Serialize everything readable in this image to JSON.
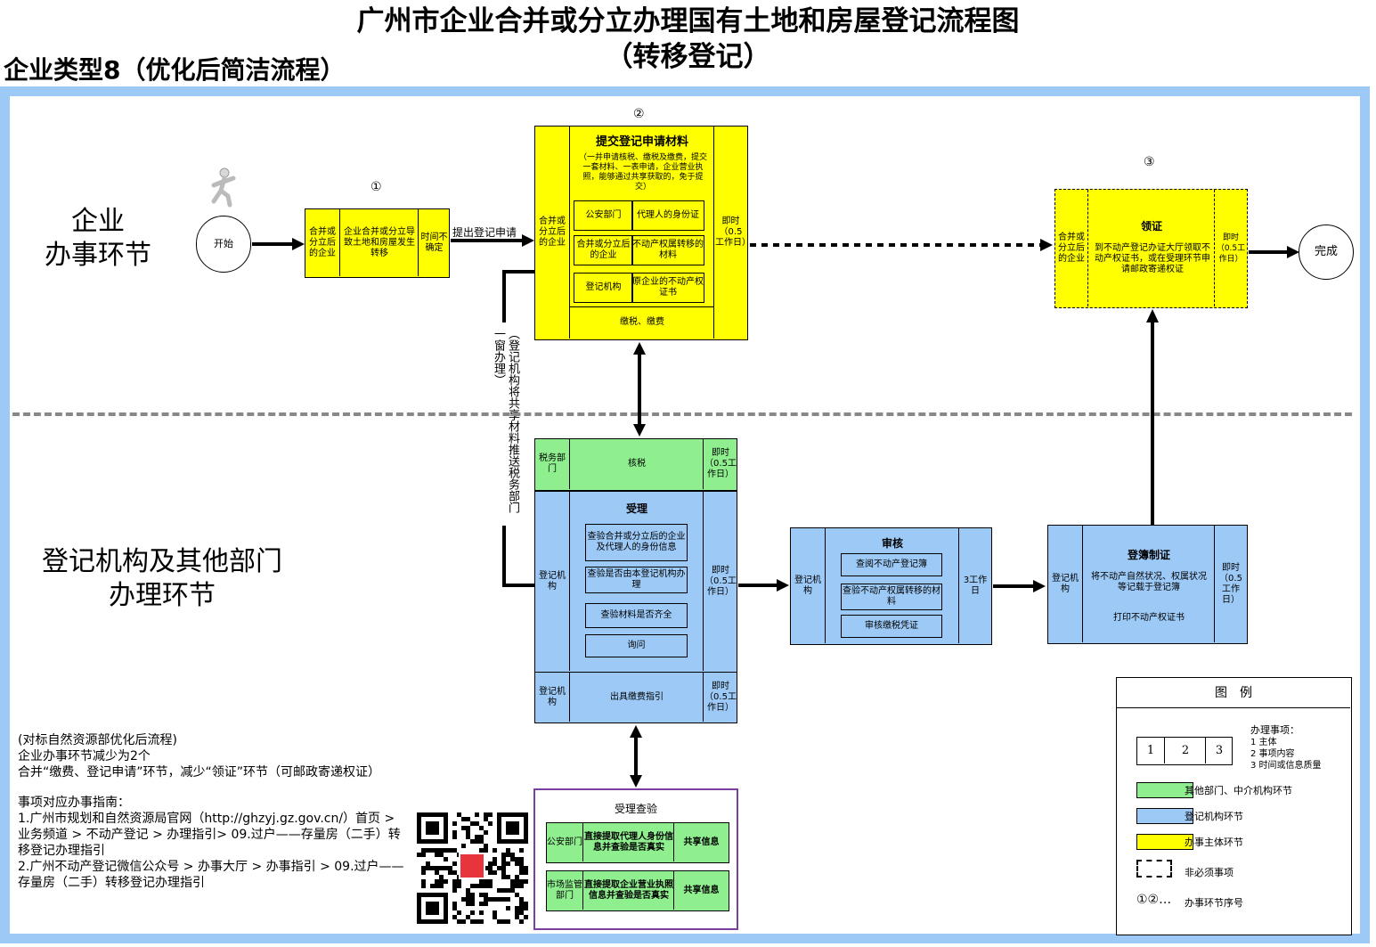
{
  "title_line1": "广州市企业合并或分立办理国有土地和房屋登记流程图",
  "title_line2": "（转移登记）",
  "subtitle": "企业类型8（优化后简洁流程）",
  "lanes": {
    "enterprise": [
      "企业",
      "办事环节"
    ],
    "registry": [
      "登记机构及其他部门",
      "办理环节"
    ]
  },
  "start": "开始",
  "finish": "完成",
  "step_markers": [
    "①",
    "②",
    "③"
  ],
  "step1": {
    "subject": "合并或分立后的企业",
    "content": "企业合并或分立导致土地和房屋发生转移",
    "time": "时间不确定"
  },
  "arrow_label_submit": "提出登记申请",
  "step2": {
    "subject": "合并或分立后的企业",
    "heading": "提交登记申请材料",
    "note": "（一并申请核税、缴税及缴费，提交一套材料、一表申请，企业营业执照，能够通过共享获取的，免于提交）",
    "materials": [
      {
        "source": "公安部门",
        "item": "代理人的身份证"
      },
      {
        "source": "合并或分立后的企业",
        "item": "不动产权属转移的材料"
      },
      {
        "source": "登记机构",
        "item": "原企业的不动产权证书"
      }
    ],
    "pay": "缴税、缴费",
    "time": "即时（0.5工作日）"
  },
  "side_note": "（登记机构将共享材料推送税务部门一窗办理）",
  "step3": {
    "subject": "合并或分立后的企业",
    "heading": "领证",
    "content": "到不动产登记办证大厅领取不动产权证书，或在受理环节申请邮政寄递权证",
    "time": "即时（0.5工作日）"
  },
  "tax": {
    "subject": "税务部门",
    "content": "核税",
    "time": "即时（0.5工作日）"
  },
  "accept": {
    "subject": "登记机构",
    "heading": "受理",
    "items": [
      "查验合并或分立后的企业及代理人的身份信息",
      "查验是否由本登记机构办理",
      "查验材料是否齐全",
      "询问"
    ],
    "time": "即时（0.5工作日）"
  },
  "fee": {
    "subject": "登记机构",
    "content": "出具缴费指引",
    "time": "即时（0.5工作日）"
  },
  "review": {
    "subject": "登记机构",
    "heading": "审核",
    "items": [
      "查阅不动产登记簿",
      "查验不动产权属转移的材料",
      "审核缴税凭证"
    ],
    "time": "3工作日"
  },
  "record": {
    "subject": "登记机构",
    "heading": "登簿制证",
    "content1": "将不动产自然状况、权属状况等记载于登记簿",
    "content2": "打印不动产权证书",
    "time": "即时（0.5工作日）"
  },
  "verify": {
    "heading": "受理查验",
    "rows": [
      {
        "dept": "公安部门",
        "content": "直接提取代理人身份信息并查验是否真实",
        "share": "共享信息"
      },
      {
        "dept": "市场监管部门",
        "content": "直接提取企业营业执照信息并查验是否真实",
        "share": "共享信息"
      }
    ]
  },
  "notes": [
    "(对标自然资源部优化后流程)",
    "企业办事环节减少为2个",
    "合并“缴费、登记申请”环节，减少“领证”环节（可邮政寄递权证）",
    "",
    "事项对应办事指南：",
    "1.广州市规划和自然资源局官网（http://ghzyj.gz.gov.cn/）首页 > 业务频道 > 不动产登记 > 办理指引> 09.过户——存量房（二手）转移登记办理指引",
    "2.广州不动产登记微信公众号 > 办事大厅 > 办事指引 > 09.过户——存量房（二手）转移登记办理指引"
  ],
  "legend": {
    "title": "图　例",
    "cells": [
      "1",
      "2",
      "3"
    ],
    "item_heading": "办理事项：",
    "item_lines": [
      "1 主体",
      "2 事项内容",
      "3 时间或信息质量"
    ],
    "green": "其他部门、中介机构环节",
    "blue": "登记机构环节",
    "yellow": "办事主体环节",
    "dashed": "非必须事项",
    "seq_symbol": "①②…",
    "seq": "办事环节序号"
  },
  "colors": {
    "yellow": "#ffff00",
    "blue": "#9dc9f6",
    "green": "#8fef8f",
    "frame": "#9cc9f5",
    "purple": "#7b3fa0"
  }
}
